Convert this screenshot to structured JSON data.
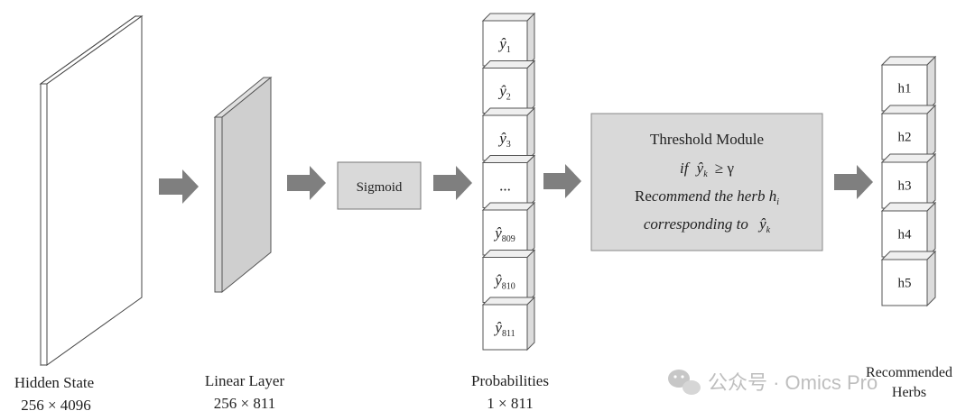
{
  "blocks": {
    "hidden_state": {
      "label": "Hidden State",
      "dims": "256 × 4096"
    },
    "linear_layer": {
      "label": "Linear Layer",
      "dims": "256 × 811"
    },
    "sigmoid": {
      "label": "Sigmoid"
    },
    "probabilities": {
      "label": "Probabilities",
      "dims": "1 × 811",
      "cells": [
        {
          "sym": "ŷ",
          "sub": "1"
        },
        {
          "sym": "ŷ",
          "sub": "2"
        },
        {
          "sym": "ŷ",
          "sub": "3"
        },
        {
          "sym": "...",
          "sub": ""
        },
        {
          "sym": "ŷ",
          "sub": "809"
        },
        {
          "sym": "ŷ",
          "sub": "810"
        },
        {
          "sym": "ŷ",
          "sub": "811"
        }
      ]
    },
    "threshold": {
      "title": "Threshold Module",
      "cond_prefix": "if",
      "cond_y": "ŷ",
      "cond_k": "k",
      "cond_rel": "≥ γ",
      "rec_prefix": "Re",
      "rec_italic": "commend the herb h",
      "rec_sub": "i",
      "corr_text": "corresponding to",
      "corr_y": "ŷ",
      "corr_k": "k"
    },
    "recommended": {
      "label_line1": "Recommended",
      "label_line2": "Herbs",
      "herbs": [
        "h1",
        "h2",
        "h3",
        "h4",
        "h5"
      ]
    }
  },
  "watermark": {
    "text": "公众号 · Omics Pro"
  }
}
